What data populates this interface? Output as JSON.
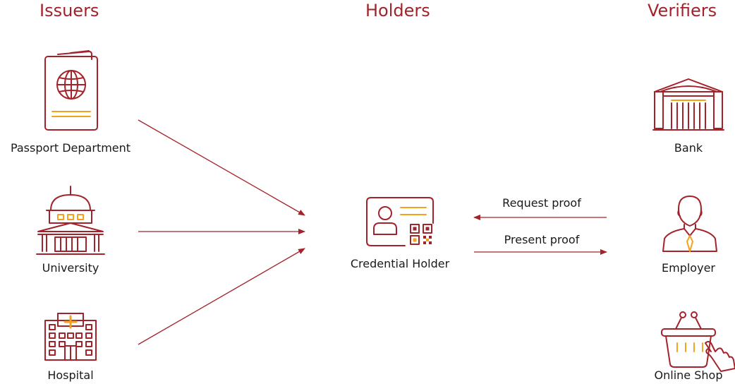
{
  "colors": {
    "main": "#a3232b",
    "accent": "#f2a21c",
    "text": "#1a1a1a"
  },
  "columns": {
    "issuers": "Issuers",
    "holders": "Holders",
    "verifiers": "Verifiers"
  },
  "issuers": [
    {
      "label": "Passport Department",
      "icon": "passport-icon"
    },
    {
      "label": "University",
      "icon": "university-building-icon"
    },
    {
      "label": "Hospital",
      "icon": "hospital-icon"
    }
  ],
  "holder": {
    "label": "Credential Holder",
    "icon": "credential-id-card-icon"
  },
  "verifiers": [
    {
      "label": "Bank",
      "icon": "bank-icon"
    },
    {
      "label": "Employer",
      "icon": "employer-person-icon"
    },
    {
      "label": "Online Shop",
      "icon": "shopping-basket-icon"
    }
  ],
  "flows": {
    "request": "Request proof",
    "present": "Present proof"
  }
}
